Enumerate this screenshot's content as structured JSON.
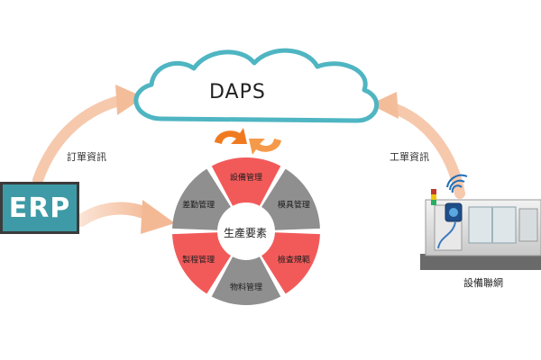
{
  "cloud": {
    "label": "DAPS"
  },
  "erp": {
    "label": "ERP"
  },
  "labels": {
    "order_info": "訂單資訊",
    "work_order_info": "工單資訊",
    "device_network": "設備聯網"
  },
  "wheel": {
    "center": "生產要素",
    "segments": [
      {
        "label": "設備管理",
        "color": "#f25a5a"
      },
      {
        "label": "模具管理",
        "color": "#8f8f8f"
      },
      {
        "label": "檢查規範",
        "color": "#f25a5a"
      },
      {
        "label": "物料管理",
        "color": "#8f8f8f"
      },
      {
        "label": "製程管理",
        "color": "#f25a5a"
      },
      {
        "label": "差勤管理",
        "color": "#8f8f8f"
      }
    ]
  },
  "colors": {
    "cloud_stroke": "#4fb5c2",
    "arrow": "#f6c9ad",
    "sync_arrow": "#f07a20",
    "erp_fill": "#3e9aa6"
  }
}
